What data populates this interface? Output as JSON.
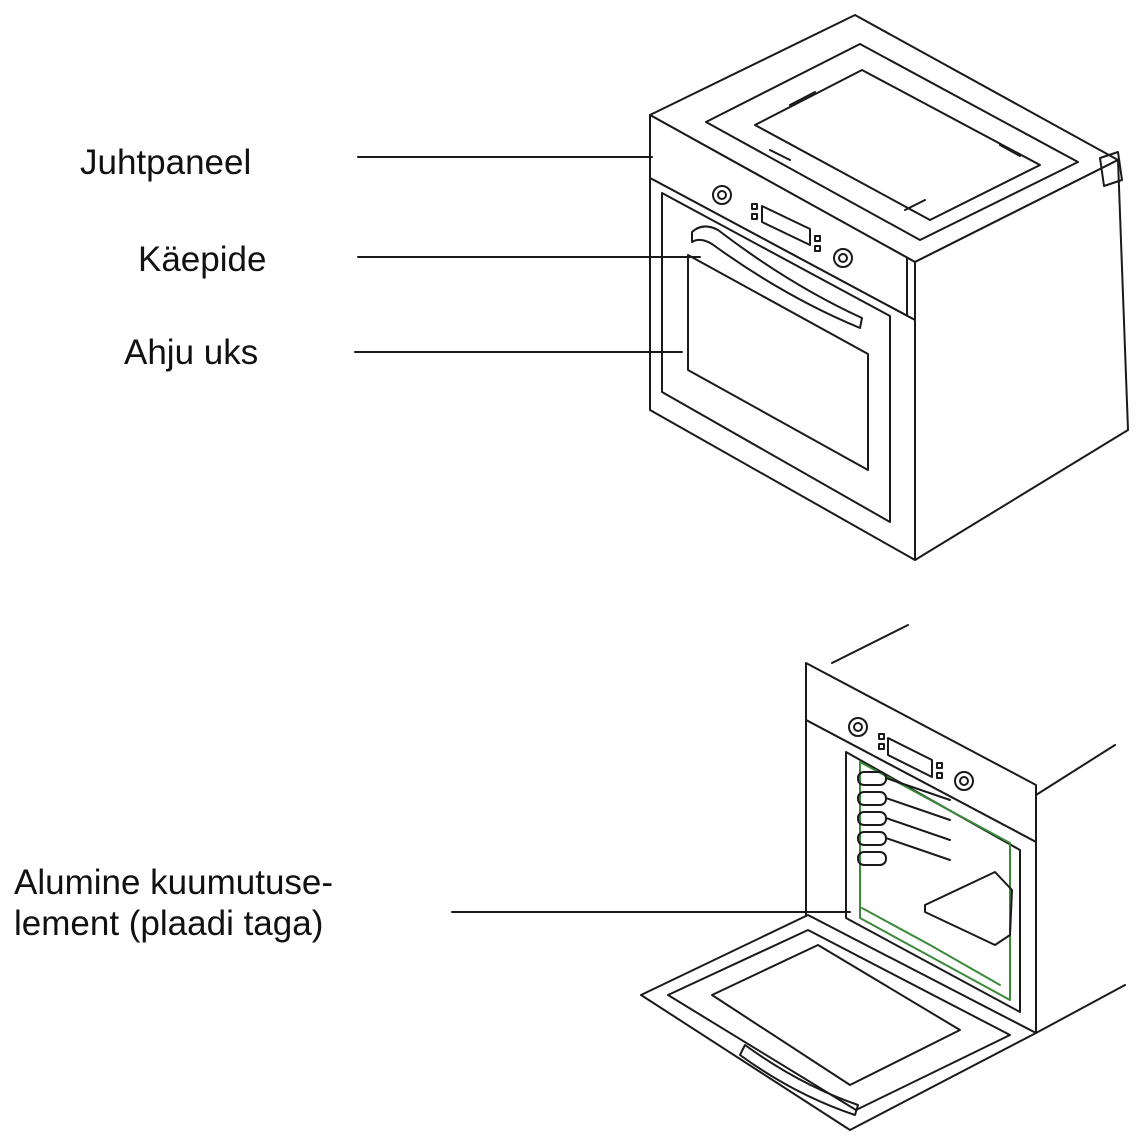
{
  "labels": {
    "control_panel": "Juhtpaneel",
    "handle": "Käepide",
    "oven_door": "Ahju uks",
    "bottom_element_line1": "Alumine kuumutuse-",
    "bottom_element_line2": "lement (plaadi taga)"
  },
  "colors": {
    "line": "#1a1a1a",
    "fill": "#ffffff",
    "heating_element": "#3a8a3a"
  }
}
